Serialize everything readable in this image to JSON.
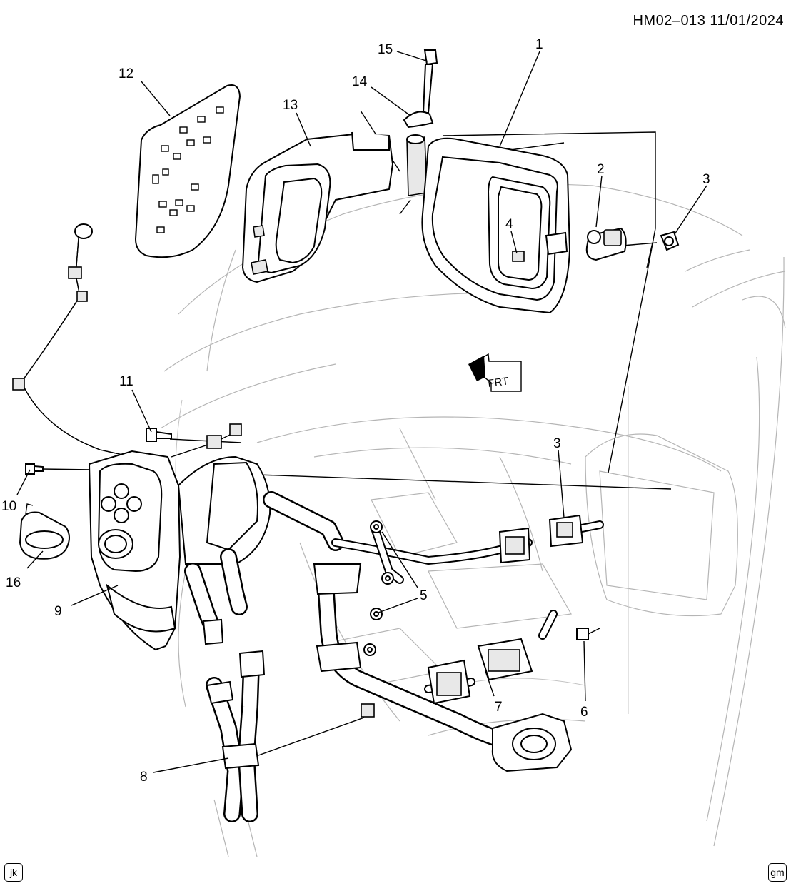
{
  "header": {
    "code": "HM02–013  11/01/2024"
  },
  "corner_tags": {
    "left": "jk",
    "right": "gm"
  },
  "direction_label": "FRT",
  "callouts": {
    "c1": "1",
    "c2": "2",
    "c3a": "3",
    "c3b": "3",
    "c4": "4",
    "c5": "5",
    "c6": "6",
    "c7": "7",
    "c8": "8",
    "c9": "9",
    "c10": "10",
    "c11": "11",
    "c12": "12",
    "c13": "13",
    "c14": "14",
    "c15": "15",
    "c16": "16"
  }
}
